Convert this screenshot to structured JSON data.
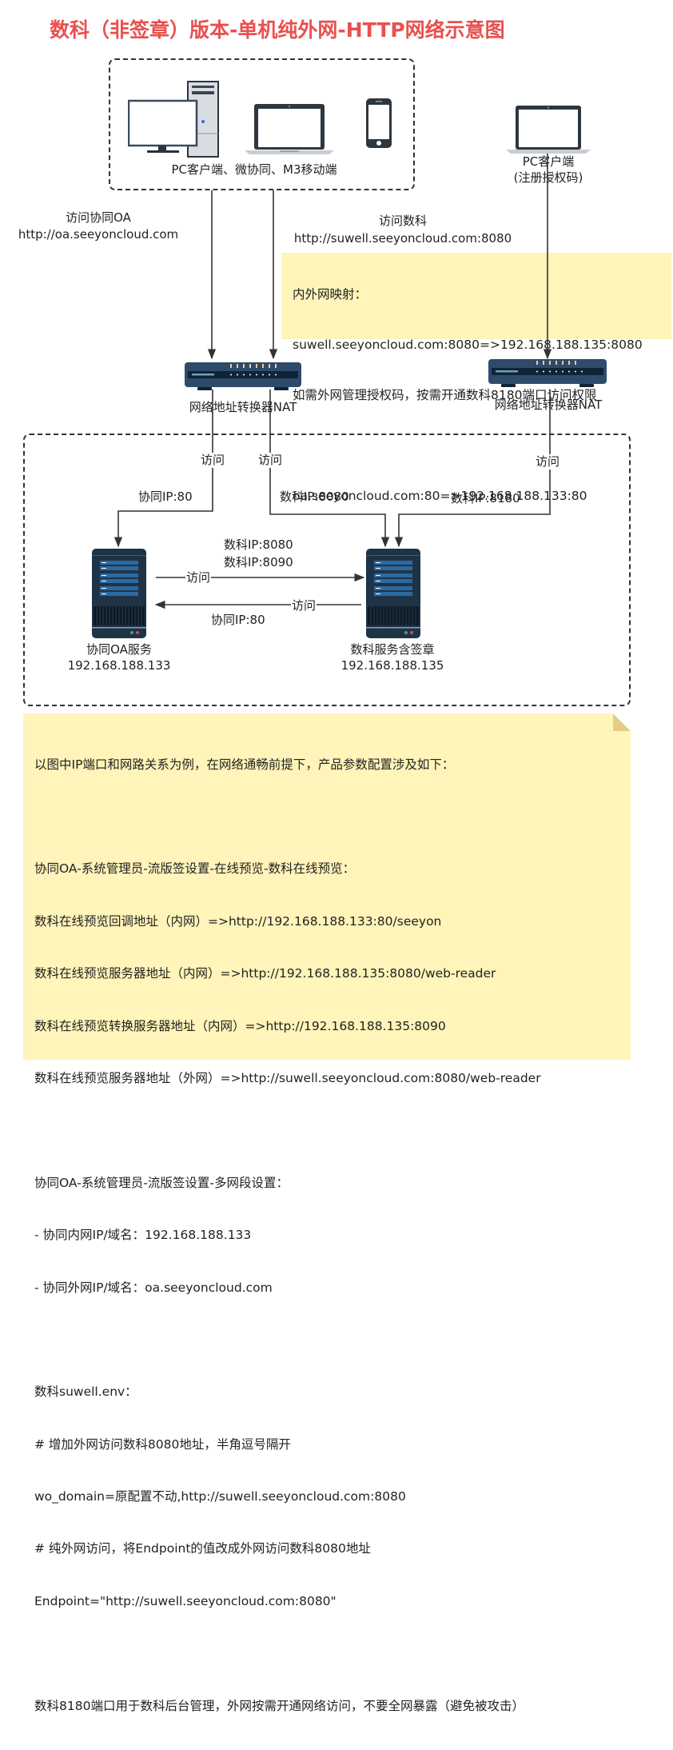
{
  "title": "数科（非签章）版本-单机纯外网-HTTP网络示意图",
  "clients_group": {
    "label": "PC客户端、微协同、M3移动端",
    "icons": [
      "desktop-pc-icon",
      "laptop-icon",
      "smartphone-icon"
    ]
  },
  "remote_client": {
    "label_line1": "PC客户端",
    "label_line2": "(注册授权码)",
    "icon": "laptop-icon"
  },
  "edges": {
    "access_oa_line1": "访问协同OA",
    "access_oa_line2": "http://oa.seeyoncloud.com",
    "access_suwell_line1": "访问数科",
    "access_suwell_line2": "http://suwell.seeyoncloud.com:8080",
    "visit": "访问",
    "oa_ip_80": "协同IP:80",
    "suwell_ip_8080": "数科IP:8080",
    "suwell_ip_8180": "数科IP:8180",
    "suwell_ip_8080_b": "数科IP:8080",
    "suwell_ip_8090": "数科IP:8090",
    "oa_ip_80_back": "协同IP:80"
  },
  "mapping_note": {
    "lines": [
      "内外网映射：",
      "suwell.seeyoncloud.com:8080=>192.168.188.135:8080",
      "如需外网管理授权码，按需开通数科8180端口访问权限",
      "",
      "oa.seeyoncloud.com:80=>192.168.188.133:80"
    ]
  },
  "nat_left": {
    "label": "网络地址转换器NAT",
    "icon": "router-icon"
  },
  "nat_right": {
    "label": "网络地址转换器NAT",
    "icon": "router-icon"
  },
  "server_oa": {
    "name": "协同OA服务",
    "ip": "192.168.188.133",
    "icon": "server-icon"
  },
  "server_suwell": {
    "name": "数科服务含签章",
    "ip": "192.168.188.135",
    "icon": "server-icon"
  },
  "config_note": {
    "lines": [
      "以图中IP端口和网路关系为例，在网络通畅前提下，产品参数配置涉及如下：",
      "",
      "协同OA-系统管理员-流版签设置-在线预览-数科在线预览：",
      "数科在线预览回调地址（内网）=>http://192.168.188.133:80/seeyon",
      "数科在线预览服务器地址（内网）=>http://192.168.188.135:8080/web-reader",
      "数科在线预览转换服务器地址（内网）=>http://192.168.188.135:8090",
      "数科在线预览服务器地址（外网）=>http://suwell.seeyoncloud.com:8080/web-reader",
      "",
      "协同OA-系统管理员-流版签设置-多网段设置：",
      "- 协同内网IP/域名：192.168.188.133",
      "- 协同外网IP/域名：oa.seeyoncloud.com",
      "",
      "数科suwell.env：",
      "# 增加外网访问数科8080地址，半角逗号隔开",
      "wo_domain=原配置不动,http://suwell.seeyoncloud.com:8080",
      "# 纯外网访问，将Endpoint的值改成外网访问数科8080地址",
      "Endpoint=\"http://suwell.seeyoncloud.com:8080\"",
      "",
      "数科8180端口用于数科后台管理，外网按需开通网络访问，不要全网暴露（避免被攻击）"
    ]
  },
  "colors": {
    "title": "#e8504f",
    "note_bg": "#fff4b9",
    "note_fold": "#e3cc86",
    "device_dark": "#2b3340",
    "router_body": "#2e4b6b",
    "server_body": "#1f3347"
  }
}
